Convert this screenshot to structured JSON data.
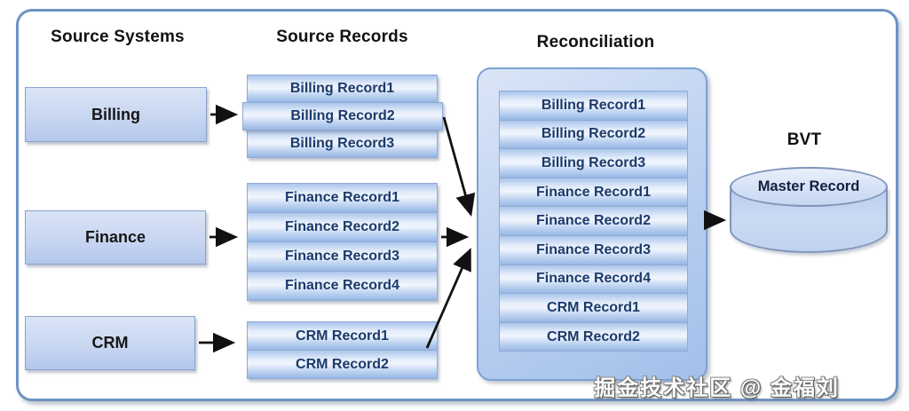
{
  "headers": {
    "source_systems": "Source Systems",
    "source_records": "Source Records",
    "reconciliation": "Reconciliation",
    "bvt": "BVT"
  },
  "source_systems": [
    {
      "label": "Billing"
    },
    {
      "label": "Finance"
    },
    {
      "label": "CRM"
    }
  ],
  "source_records": {
    "billing": [
      "Billing Record1",
      "Billing Record2",
      "Billing Record3"
    ],
    "finance": [
      "Finance Record1",
      "Finance Record2",
      "Finance Record3",
      "Finance Record4"
    ],
    "crm": [
      "CRM Record1",
      "CRM Record2"
    ]
  },
  "reconciliation": {
    "records": [
      "Billing Record1",
      "Billing Record2",
      "Billing Record3",
      "Finance Record1",
      "Finance Record2",
      "Finance Record3",
      "Finance Record4",
      "CRM Record1",
      "CRM Record2"
    ]
  },
  "bvt": {
    "master_record_label": "Master Record"
  },
  "watermark": "掘金技术社区 @ 金福刘",
  "colors": {
    "frame_border": "#6d93c2",
    "box_border": "#8aa4cc",
    "record_text": "#1b3a6b",
    "container_border": "#7ca2d3",
    "container_fill": "#bed2f1",
    "cylinder_border": "#8095b8",
    "arrow": "#111111"
  }
}
